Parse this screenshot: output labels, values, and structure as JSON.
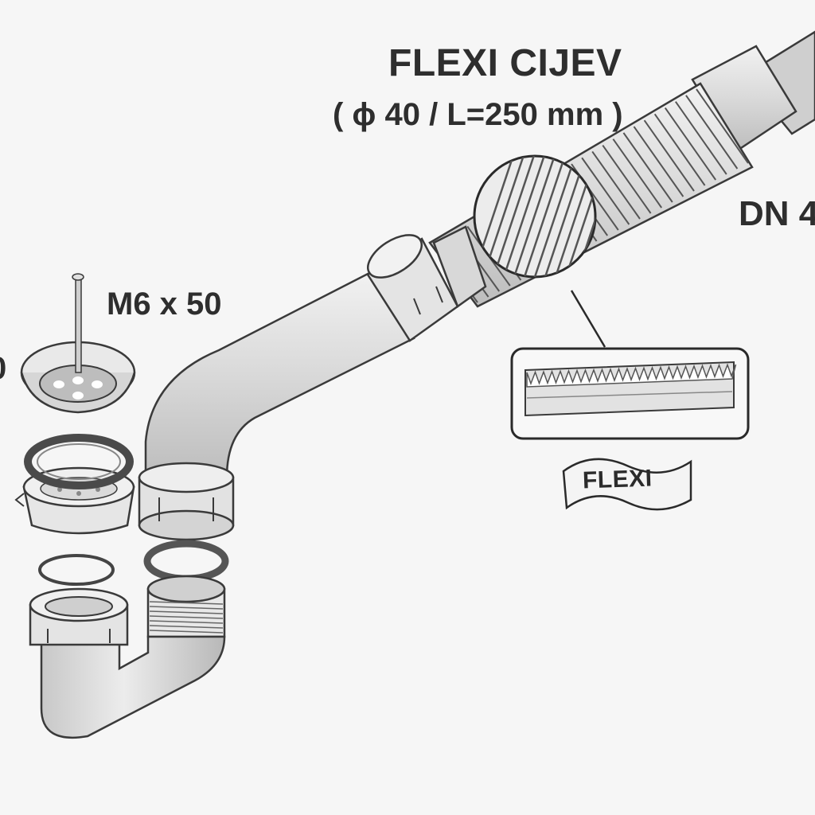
{
  "diagram": {
    "title": "FLEXI CIJEV",
    "subtitle": "( ϕ 40 / L=250 mm )",
    "pipe_size_label": "DN 4",
    "screw_label": "M6 x 50",
    "left_cutoff_label": "0",
    "flexi_tag": "FLEXI"
  },
  "colors": {
    "background": "#f6f6f6",
    "pipe_fill": "#dedede",
    "outline": "#3a3a3a",
    "text": "#2e2e2e",
    "gasket": "#555555"
  }
}
